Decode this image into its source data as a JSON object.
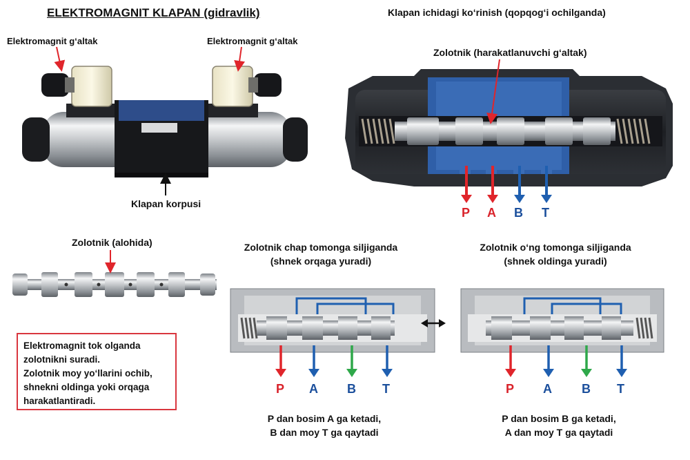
{
  "title": "ELEKTROMAGNIT KLAPAN (gidravlik)",
  "photo_labels": {
    "coil_left": "Elektromagnit g‘altak",
    "coil_right": "Elektromagnit g‘altak",
    "body": "Klapan korpusi"
  },
  "cutaway": {
    "title": "Klapan ichidagi ko‘rinish (qopqog‘i ochilganda)",
    "spool_label": "Zolotnik (harakatlanuvchi g‘altak)",
    "ports": [
      "P",
      "A",
      "B",
      "T"
    ]
  },
  "spool_separate": {
    "label": "Zolotnik (alohida)"
  },
  "note": {
    "lines": [
      "Elektromagnit tok olganda",
      "zolotnikni suradi.",
      "Zolotnik moy yo‘llarini ochib,",
      "shnekni oldinga yoki orqaga",
      "harakatlantiradi."
    ]
  },
  "left_diagram": {
    "title_line1": "Zolotnik chap tomonga siljiganda",
    "title_line2": "(shnek orqaga yuradi)",
    "ports": [
      "P",
      "A",
      "B",
      "T"
    ],
    "caption_line1": "P dan bosim A ga ketadi,",
    "caption_line2": "B dan moy T ga qaytadi"
  },
  "right_diagram": {
    "title_line1": "Zolotnik o‘ng tomonga siljiganda",
    "title_line2": "(shnek oldinga yuradi)",
    "ports": [
      "P",
      "A",
      "B",
      "T"
    ],
    "caption_line1": "P dan bosim B ga ketadi,",
    "caption_line2": "A dan moy T ga qaytadi"
  },
  "colors": {
    "red": "#e0252b",
    "blue": "#1f5fb0",
    "green": "#2fa84a",
    "pressure_port_text": "#d9222a",
    "return_port_text": "#1b4f9c",
    "body_gray": "#b9bcc0",
    "note_border": "#d9363e"
  }
}
